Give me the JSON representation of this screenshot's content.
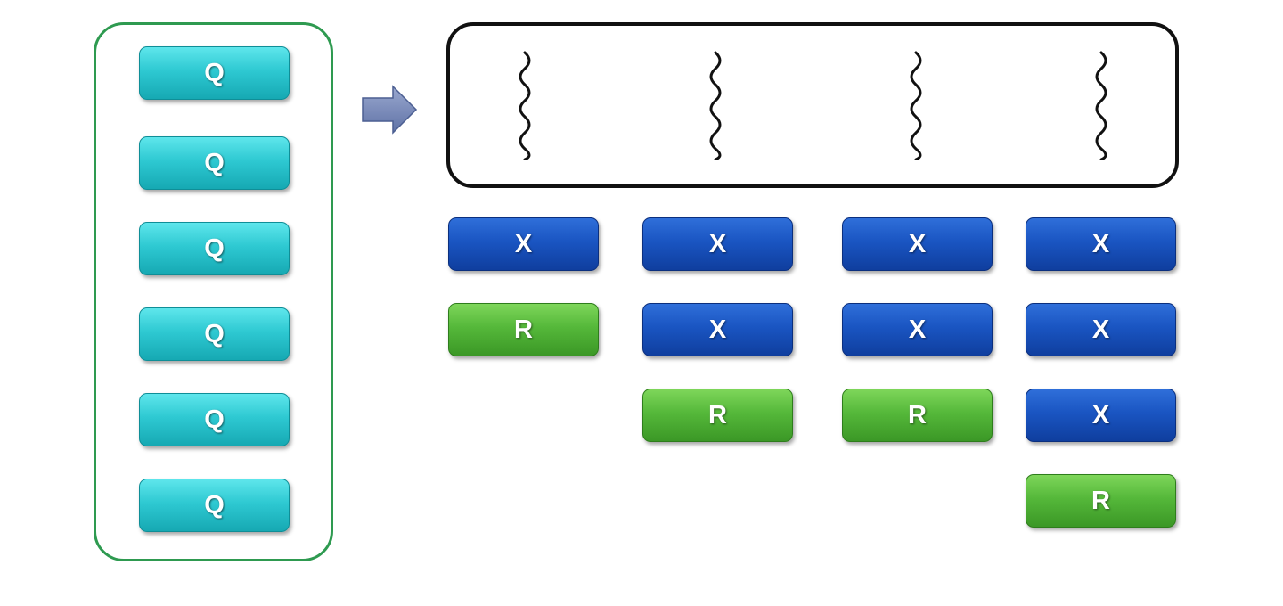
{
  "queue": {
    "items": [
      {
        "label": "Q"
      },
      {
        "label": "Q"
      },
      {
        "label": "Q"
      },
      {
        "label": "Q"
      },
      {
        "label": "Q"
      },
      {
        "label": "Q"
      }
    ]
  },
  "threads": {
    "count": 4
  },
  "columns": [
    {
      "blocks": [
        {
          "label": "X"
        },
        {
          "label": "R"
        }
      ]
    },
    {
      "blocks": [
        {
          "label": "X"
        },
        {
          "label": "X"
        },
        {
          "label": "R"
        }
      ]
    },
    {
      "blocks": [
        {
          "label": "X"
        },
        {
          "label": "X"
        },
        {
          "label": "R"
        }
      ]
    },
    {
      "blocks": [
        {
          "label": "X"
        },
        {
          "label": "X"
        },
        {
          "label": "X"
        },
        {
          "label": "R"
        }
      ]
    }
  ],
  "colors": {
    "queue_block": "#2ec9d2",
    "x_block": "#1a55c2",
    "r_block": "#55b83a",
    "queue_border": "#2e9a50",
    "thread_border": "#111111",
    "arrow": "#7385b3"
  }
}
